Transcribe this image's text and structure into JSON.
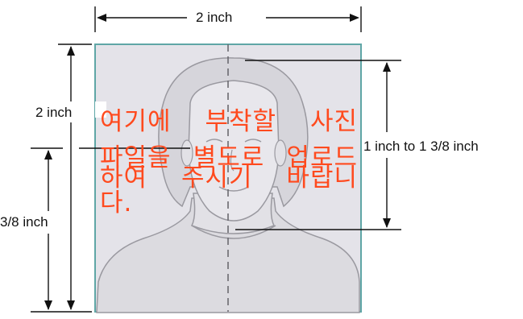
{
  "labels": {
    "top_width": "2 inch",
    "left_height": "2 inch",
    "head_height": "1 inch to 1 3/8 inch",
    "eye_height": "3/8 inch"
  },
  "notice": {
    "line1": "여기에 부착할 사진",
    "line2": "파일을 별도로 업로드",
    "line3": "하여 주시기 바랍니",
    "line4": "다."
  },
  "colors": {
    "notice_text": "#ff4a1e",
    "photo_background": "#e4e3e9",
    "photo_border": "#5fa6a6",
    "silhouette_fill": "#dcdbe0",
    "silhouette_stroke": "#9a99a0"
  }
}
